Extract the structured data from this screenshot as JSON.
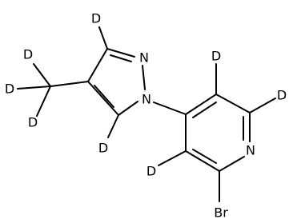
{
  "molecule": {
    "atoms": {
      "d_pyrazole_c3": "D",
      "n_pyrazole_n2": "N",
      "n_pyrazole_n1": "N",
      "d_pyrazole_c5": "D",
      "d_methyl_1": "D",
      "d_methyl_2": "D",
      "d_methyl_3": "D",
      "d_pyridine_c5": "D",
      "d_pyridine_c6": "D",
      "n_pyridine": "N",
      "d_pyridine_c3": "D",
      "br": "Br"
    },
    "colors": {
      "bond": "#000000",
      "label": "#000000",
      "background": "#ffffff"
    }
  }
}
